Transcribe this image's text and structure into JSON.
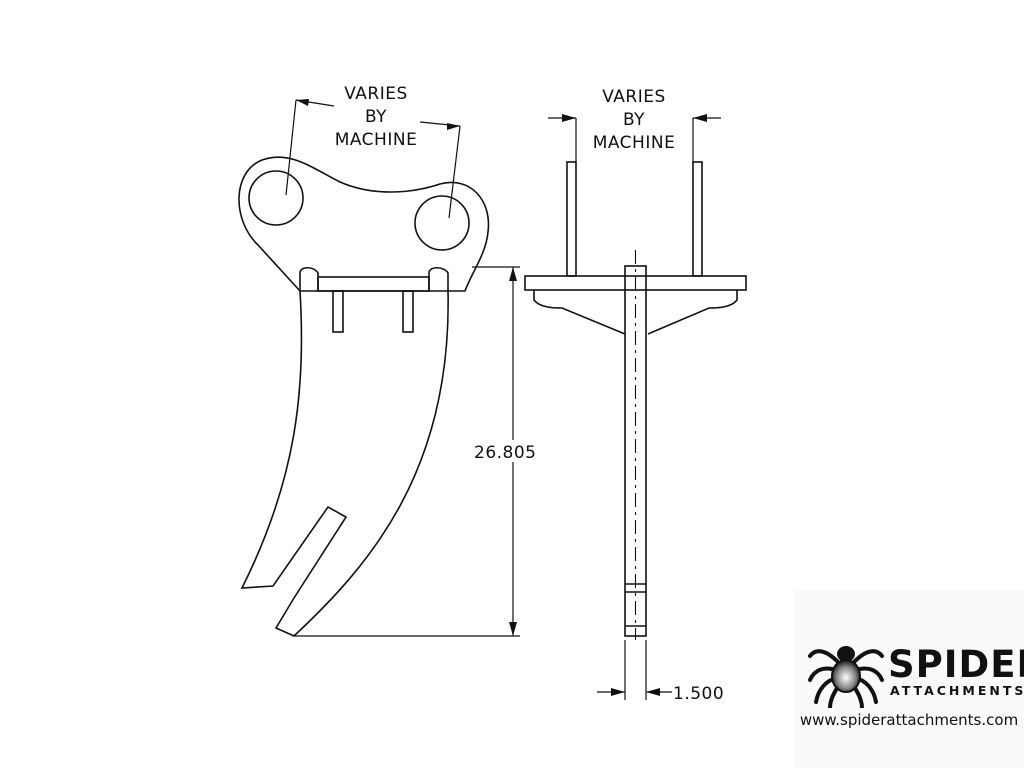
{
  "drawing": {
    "left_view": {
      "dim_label_lines": [
        "VARIES",
        "BY",
        "MACHINE"
      ],
      "height_dimension": "26.805"
    },
    "right_view": {
      "dim_label_lines": [
        "VARIES",
        "BY",
        "MACHINE"
      ],
      "thickness_dimension": "1.500"
    }
  },
  "brand": {
    "name": "SPIDER",
    "subtitle": "ATTACHMENTS",
    "url": "www.spiderattachments.com",
    "logo_icon": "spider-icon"
  },
  "colors": {
    "line": "#111111",
    "background": "#ffffff"
  }
}
